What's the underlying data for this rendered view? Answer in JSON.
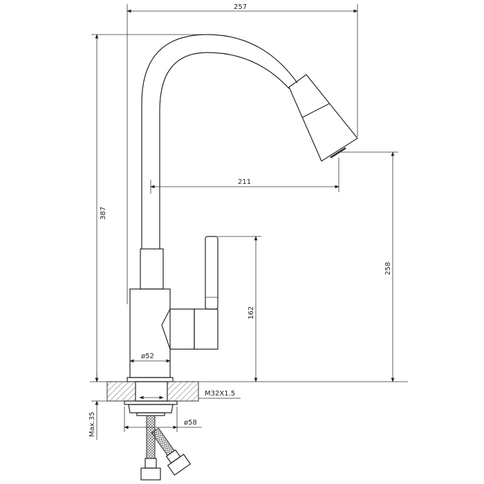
{
  "title": "Kitchen faucet dimension drawing",
  "dimensions": {
    "overall_width": "257",
    "overall_height": "387",
    "spout_reach": "211",
    "spout_height": "258",
    "handle_height": "162",
    "body_diameter": "ø52",
    "base_diameter": "ø58",
    "thread": "M32X1.5",
    "max_thickness": "Max.35"
  },
  "colors": {
    "line": "#222222",
    "background": "#ffffff"
  }
}
